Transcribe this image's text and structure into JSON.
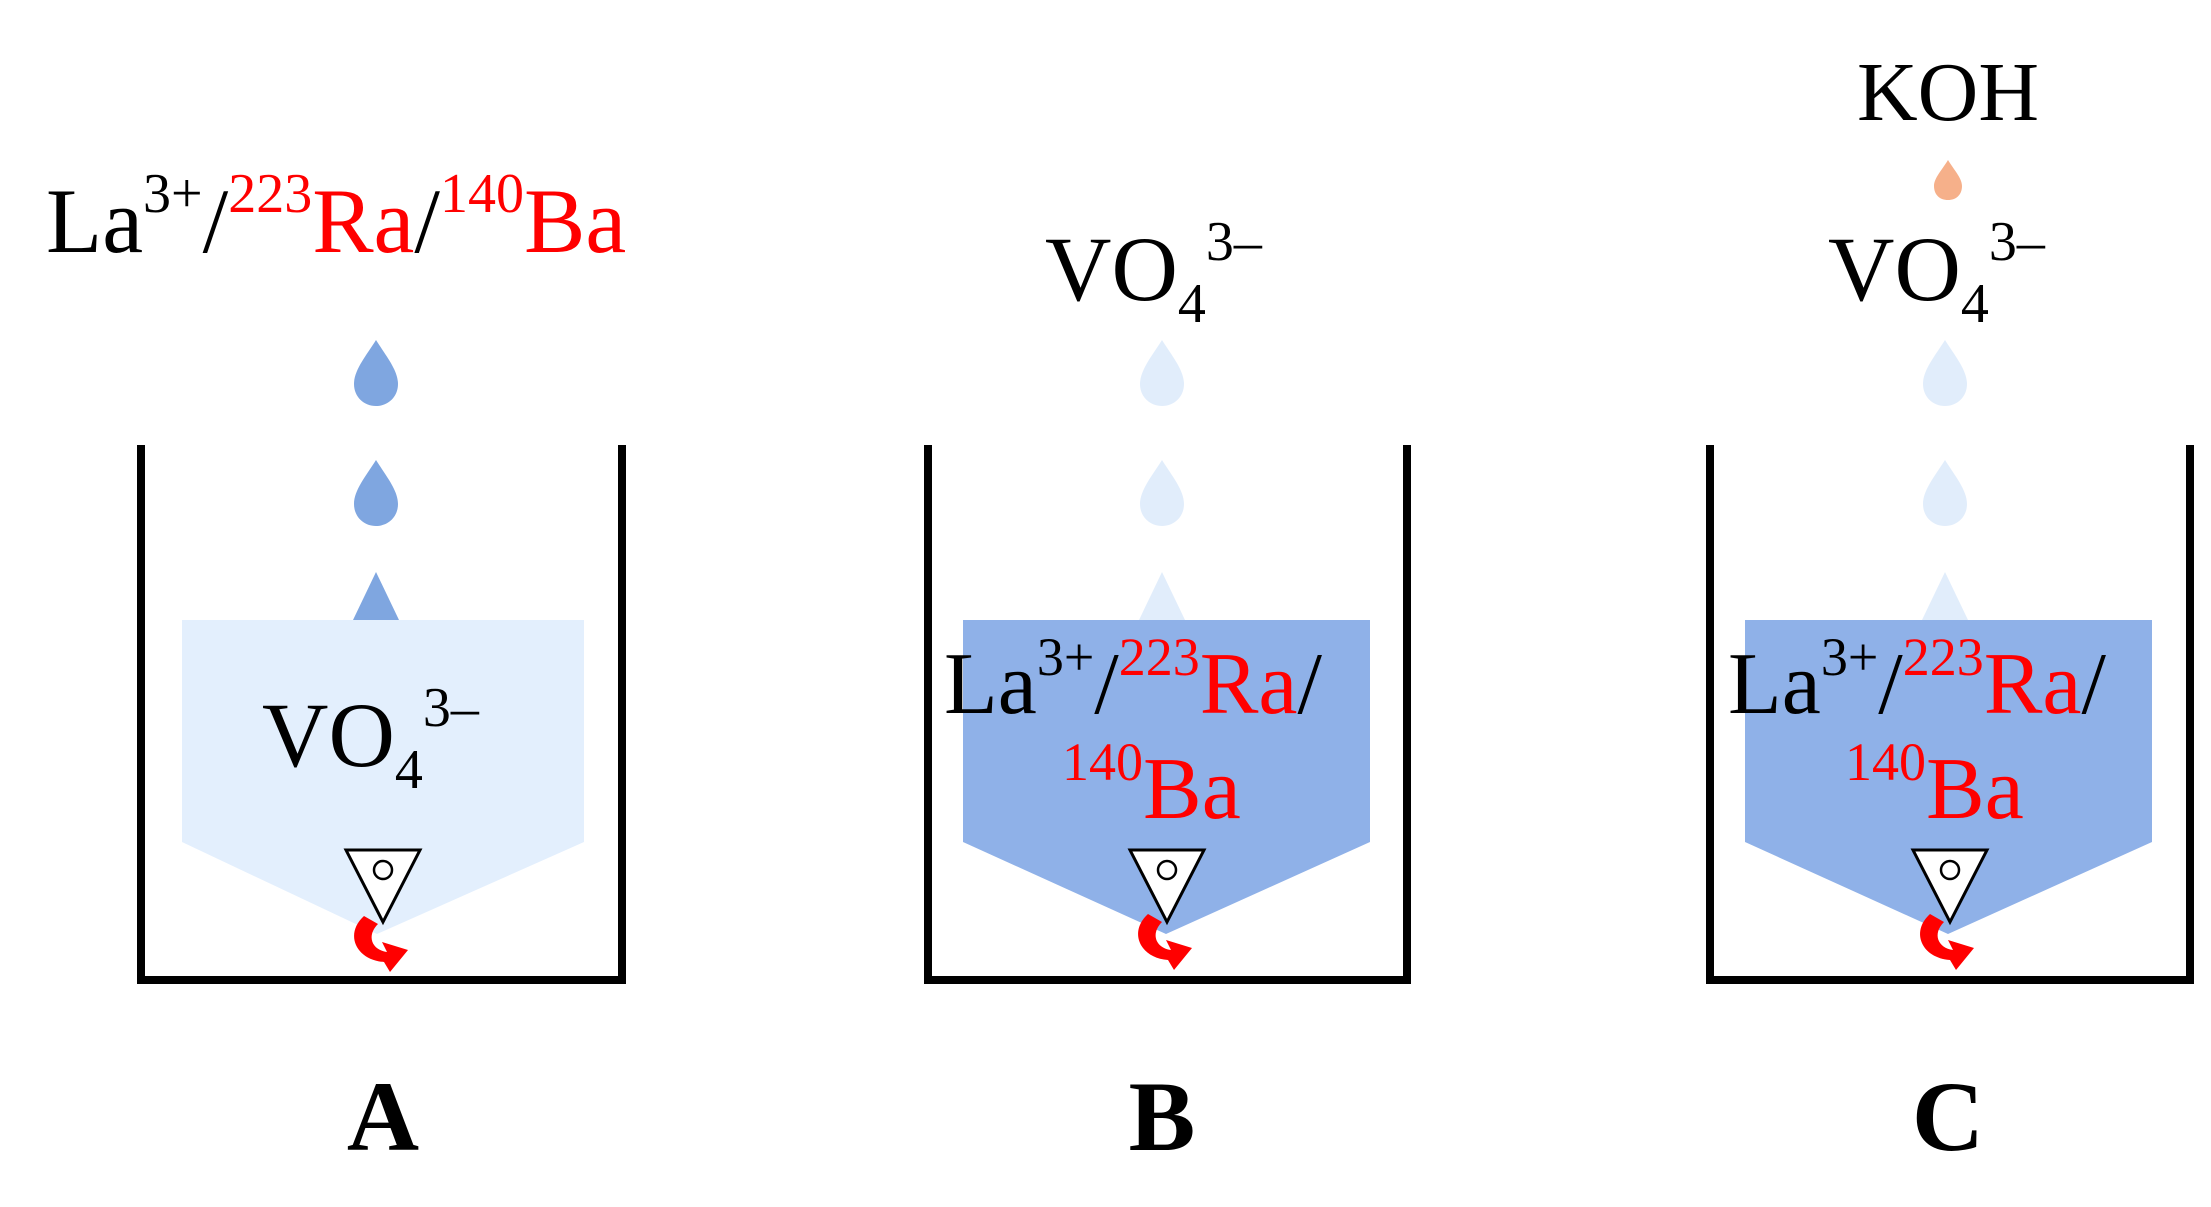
{
  "colors": {
    "light_blue": "#e3effd",
    "mid_blue": "#8fb1e8",
    "drop_blue": "#7fa6e0",
    "drop_faint": "#e1edfb",
    "orange_drop": "#f6b08a",
    "red": "#ff0000",
    "black": "#000000"
  },
  "panels": [
    {
      "id": "A",
      "letter": "A",
      "top_label": {
        "la": "La",
        "la_sup": "3+",
        "sep1": "/",
        "ra_sup": "223",
        "ra": "Ra",
        "sep2": "/",
        "ba_sup": "140",
        "ba": "Ba"
      },
      "liquid": {
        "base": "VO",
        "sub": "4",
        "sup": "3–"
      }
    },
    {
      "id": "B",
      "letter": "B",
      "top_label": {
        "base": "VO",
        "sub": "4",
        "sup": "3–"
      },
      "liquid": {
        "la": "La",
        "la_sup": "3+",
        "sep1": "/",
        "ra_sup": "223",
        "ra": "Ra",
        "sep2": "/",
        "ba_sup": "140",
        "ba": "Ba"
      }
    },
    {
      "id": "C",
      "letter": "C",
      "reagent": "KOH",
      "top_label": {
        "base": "VO",
        "sub": "4",
        "sup": "3–"
      },
      "liquid": {
        "la": "La",
        "la_sup": "3+",
        "sep1": "/",
        "ra_sup": "223",
        "ra": "Ra",
        "sep2": "/",
        "ba_sup": "140",
        "ba": "Ba"
      }
    }
  ]
}
